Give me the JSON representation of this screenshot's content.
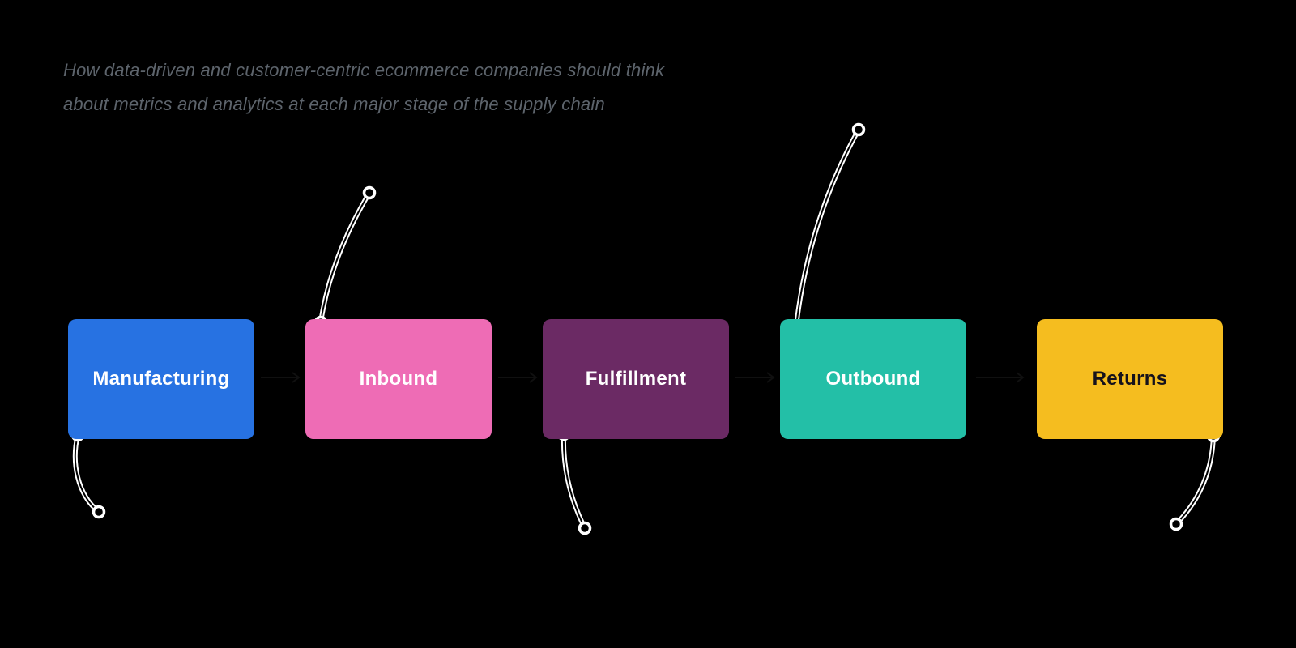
{
  "background_color": "#000000",
  "header": {
    "title": "",
    "subtitle_line1": "How data-driven and customer-centric ecommerce companies should think",
    "subtitle_line2": "about metrics and analytics at each major stage of the supply chain",
    "subtitle_color": "#5d646c"
  },
  "stages": [
    {
      "label": "Manufacturing",
      "color": "#2772e2",
      "label_color": "#ffffff",
      "annotation_text": "",
      "annotation_position": "below-left"
    },
    {
      "label": "Inbound",
      "color": "#ee6cb5",
      "label_color": "#ffffff",
      "annotation_text": "",
      "annotation_position": "above"
    },
    {
      "label": "Fulfillment",
      "color": "#6b2a64",
      "label_color": "#ffffff",
      "annotation_text": "",
      "annotation_position": "below"
    },
    {
      "label": "Outbound",
      "color": "#23bfa7",
      "label_color": "#ffffff",
      "annotation_text": "",
      "annotation_position": "above-right"
    },
    {
      "label": "Returns",
      "color": "#f5bd1f",
      "label_color": "#15121c",
      "annotation_text": "",
      "annotation_position": "below-left"
    }
  ],
  "connector": {
    "line_color": "#ffffff",
    "core_color": "#000000",
    "endpoint_style": "ring-dot"
  }
}
